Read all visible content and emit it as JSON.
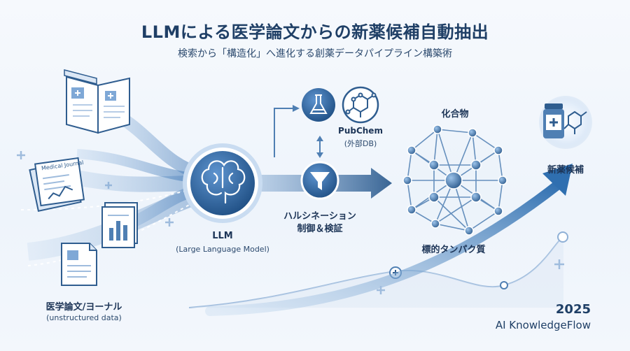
{
  "header": {
    "title": "LLMによる医学論文からの新薬候補自動抽出",
    "subtitle": "検索から「構造化」へ進化する創薬データパイプライン構築術"
  },
  "nodes": {
    "journal_badge": "Medical Journal",
    "sources": {
      "label": "医学論文/ヨーナル",
      "sublabel": "(unstructured data)"
    },
    "llm": {
      "label": "LLM",
      "sublabel": "(Large Language Model)"
    },
    "pubchem": {
      "label": "PubChem",
      "sublabel": "(外部DB)"
    },
    "hallucination": {
      "label_line1": "ハルシネーション",
      "label_line2": "制御＆検証"
    },
    "compound": {
      "label": "化合物"
    },
    "protein": {
      "label": "標的タンパク質"
    },
    "candidate": {
      "label": "新薬候補"
    }
  },
  "footer": {
    "year": "2025",
    "brand": "AI KnowledgeFlow"
  },
  "colors": {
    "primary": "#2f5d8f",
    "accent": "#4f8fd0",
    "light": "#cfe0f3",
    "dark": "#1f3f66"
  }
}
